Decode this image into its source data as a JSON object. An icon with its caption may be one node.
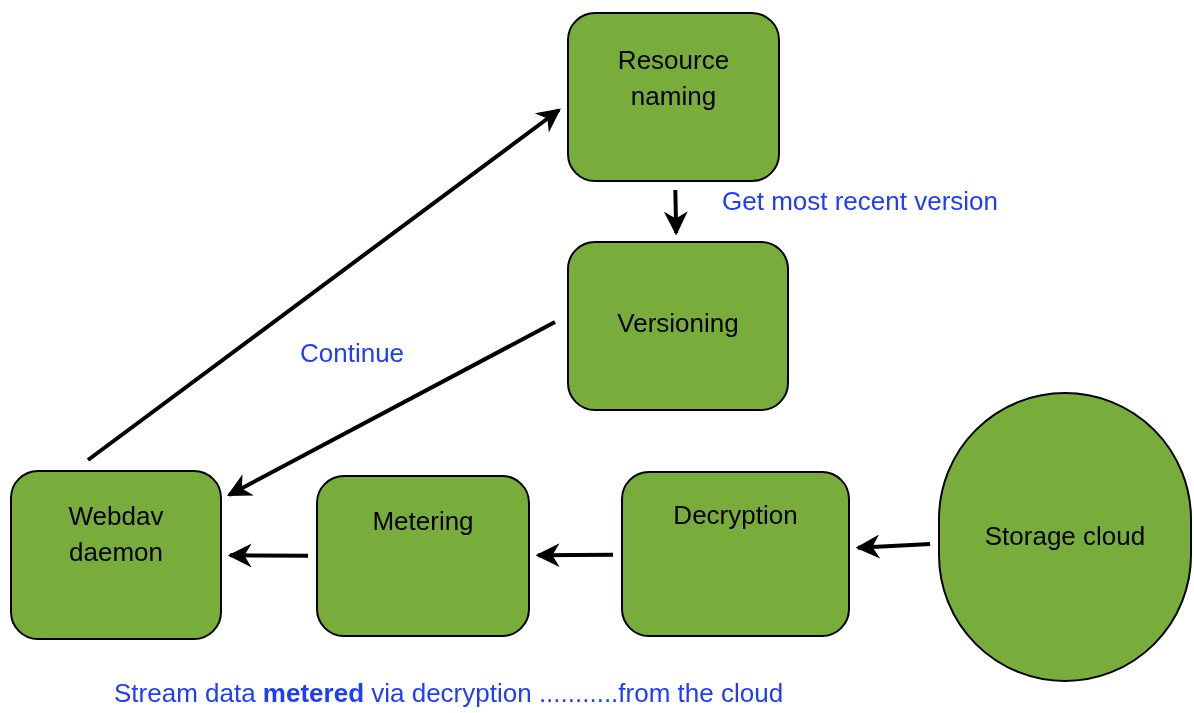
{
  "diagram": {
    "nodes": [
      {
        "text": [
          "Resource naming"
        ]
      },
      {
        "text": [
          "Versioning"
        ]
      },
      {
        "text": [
          "Webdav daemon"
        ]
      },
      {
        "text": [
          "Metering"
        ]
      },
      {
        "text": [
          "Decryption"
        ]
      },
      {
        "text": [
          "Storage cloud"
        ]
      }
    ],
    "edges": [
      {
        "from": 2,
        "to": 0,
        "arrow": "to"
      },
      {
        "from": 0,
        "to": 1,
        "arrow": "to",
        "label": "Get most recent version"
      },
      {
        "from": 1,
        "to": 2,
        "arrow": "to",
        "label": "Continue"
      },
      {
        "from": 5,
        "to": 4,
        "arrow": "to"
      },
      {
        "from": 4,
        "to": 3,
        "arrow": "to"
      },
      {
        "from": 3,
        "to": 2,
        "arrow": "to"
      }
    ],
    "labels": [
      "Stream data **metered** via decryption ...........from the cloud"
    ]
  }
}
